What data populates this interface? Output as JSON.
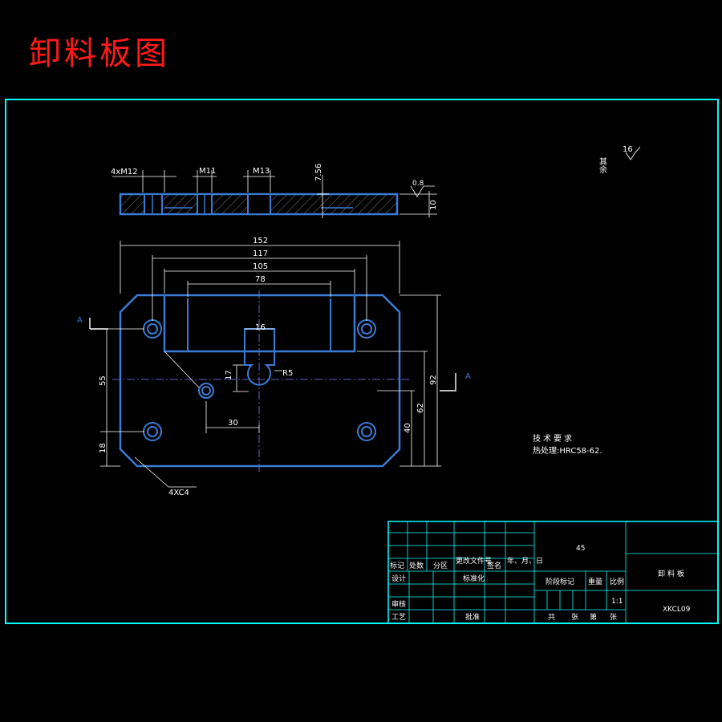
{
  "title": "卸料板图",
  "colors": {
    "background": "#000000",
    "title": "#ff1a1a",
    "frame": "#00ffff",
    "part_outline": "#3a7bd5",
    "dimension": "#ffffff",
    "hatch": "#cfcfcf",
    "center_line": "#7f7fff",
    "note_text": "#ffffff"
  },
  "section_view": {
    "labels": {
      "holes_4xm12": "4xM12",
      "m11": "M11",
      "m13": "M13",
      "depth_756": "7.56",
      "roughness_08": "0.8",
      "thickness_10": "10"
    }
  },
  "plan_view": {
    "dims": {
      "w152": "152",
      "w117": "117",
      "w105": "105",
      "w78": "78",
      "w16": "16",
      "h17": "17",
      "r5": "R5",
      "h55": "55",
      "h18": "18",
      "w30": "30",
      "h92": "92",
      "h62": "62",
      "h40": "40",
      "chamfer": "4XC4"
    },
    "section_mark_left": "A",
    "section_mark_right": "A"
  },
  "roughness_note": {
    "label": "其余",
    "value": "16"
  },
  "tech_requirements": {
    "heading": "技术要求",
    "line1": "热处理:HRC58-62."
  },
  "title_block": {
    "material": "45",
    "part_name": "卸料板",
    "drawing_no": "XKCL09",
    "scale": "1:1",
    "labels": {
      "biaoji": "标记",
      "chushu": "处数",
      "fenqu": "分区",
      "wenjian": "更改文件号",
      "qianming": "签名",
      "nianyueri": "年、月、日",
      "sheji": "设计",
      "biaozhunhua": "标准化",
      "jieduan": "阶段标记",
      "zhongliang": "重量",
      "bili": "比例",
      "shenhe": "审核",
      "gongyi": "工艺",
      "pizhun": "批准",
      "gong": "共",
      "zhang1": "张",
      "di": "第",
      "zhang2": "张"
    }
  }
}
